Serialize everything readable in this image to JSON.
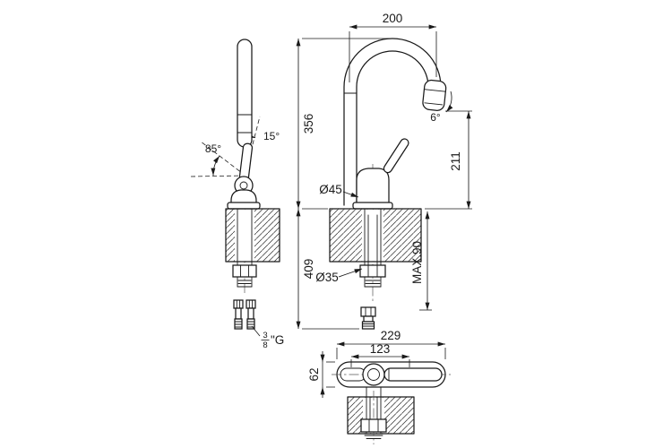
{
  "drawing": {
    "background": "#ffffff",
    "line_color": "#1a1a1a",
    "front": {
      "dim_spout_reach": "200",
      "dim_height_above_counter": "356",
      "dim_spout_outlet_height": "211",
      "spout_end_angle": "6°",
      "dim_body_diameter": "Ø45",
      "dim_shank_diameter": "Ø35",
      "dim_hose_length_below": "409",
      "dim_max_mounting_thickness": "MAX.90"
    },
    "side": {
      "handle_swivel_angle": "85°",
      "handle_tilt_angle": "15°",
      "thread_numerator": "3",
      "thread_denominator": "8",
      "thread_suffix": "\"G"
    },
    "plan": {
      "dim_overall_length": "229",
      "dim_inner_length": "123",
      "dim_base_width": "62"
    }
  }
}
